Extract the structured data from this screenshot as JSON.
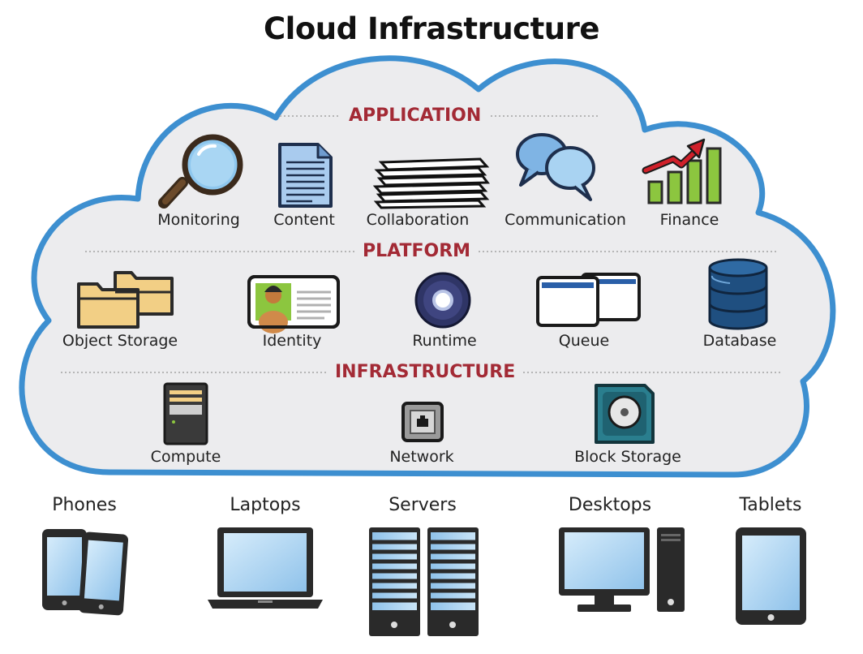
{
  "title": "Cloud Infrastructure",
  "sections": {
    "application": "APPLICATION",
    "platform": "PLATFORM",
    "infrastructure": "INFRASTRUCTURE"
  },
  "application_items": [
    {
      "label": "Monitoring",
      "icon": "magnifier-icon"
    },
    {
      "label": "Content",
      "icon": "document-icon"
    },
    {
      "label": "Collaboration",
      "icon": "stacked-sheets-icon"
    },
    {
      "label": "Communication",
      "icon": "speech-bubbles-icon"
    },
    {
      "label": "Finance",
      "icon": "growth-chart-icon"
    }
  ],
  "platform_items": [
    {
      "label": "Object Storage",
      "icon": "folders-icon"
    },
    {
      "label": "Identity",
      "icon": "id-card-icon"
    },
    {
      "label": "Runtime",
      "icon": "disc-icon"
    },
    {
      "label": "Queue",
      "icon": "windows-icon"
    },
    {
      "label": "Database",
      "icon": "database-icon"
    }
  ],
  "infrastructure_items": [
    {
      "label": "Compute",
      "icon": "server-tower-icon"
    },
    {
      "label": "Network",
      "icon": "network-port-icon"
    },
    {
      "label": "Block Storage",
      "icon": "disk-drive-icon"
    }
  ],
  "devices": [
    {
      "label": "Phones",
      "icon": "phones-icon"
    },
    {
      "label": "Laptops",
      "icon": "laptop-icon"
    },
    {
      "label": "Servers",
      "icon": "server-racks-icon"
    },
    {
      "label": "Desktops",
      "icon": "desktop-icon"
    },
    {
      "label": "Tablets",
      "icon": "tablet-icon"
    }
  ],
  "colors": {
    "cloud_outline": "#3d8fd0",
    "cloud_fill": "#ececee",
    "section_heading": "#a32a35",
    "icon_blue": "#a9d3f2",
    "icon_dark": "#2b2b2b"
  }
}
